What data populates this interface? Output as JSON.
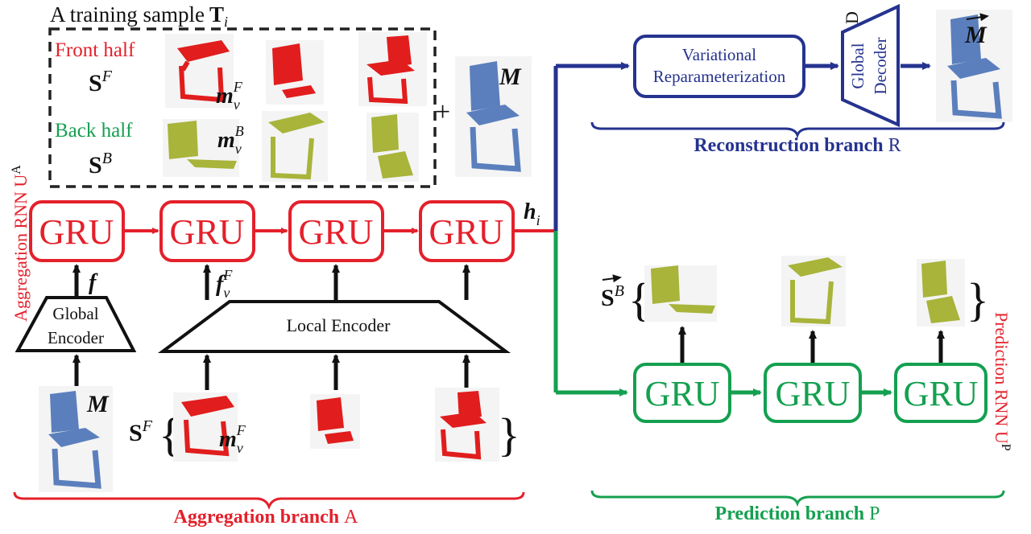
{
  "colors": {
    "aggregation": "#e4202b",
    "prediction": "#14a050",
    "reconstruction": "#25338f",
    "chair_blue": "#5b7fbd",
    "chair_red": "#e11d1d",
    "chair_green": "#a8b43a"
  },
  "training_sample": {
    "title": "A training sample",
    "title_symbol": "T",
    "title_sub": "i",
    "front_label": "Front half",
    "front_symbol": "S",
    "front_sup": "F",
    "front_part": "m",
    "front_part_sub": "v",
    "front_part_sup": "F",
    "back_label": "Back half",
    "back_symbol": "S",
    "back_sup": "B",
    "back_part": "m",
    "back_part_sub": "v",
    "back_part_sup": "B",
    "plus": "+",
    "model": "M"
  },
  "aggregation": {
    "rnn_label": "Aggregation RNN U",
    "rnn_sup": "A",
    "gru_label": "GRU",
    "global_encoder_line1": "Global",
    "global_encoder_line2": "Encoder",
    "local_encoder": "Local Encoder",
    "feature_f": "f",
    "feature_fv": "f",
    "feature_fv_sub": "v",
    "feature_fv_sup": "F",
    "hidden": "h",
    "hidden_sub": "i",
    "input_model": "M",
    "input_set": "S",
    "input_set_sup": "F",
    "input_part": "m",
    "input_part_sub": "v",
    "input_part_sup": "F",
    "branch_label": "Aggregation branch",
    "branch_symbol": "A"
  },
  "reconstruction": {
    "vr_line1": "Variational",
    "vr_line2": "Reparameterization",
    "decoder_line1": "Global",
    "decoder_line2": "Decoder",
    "decoder_symbol": "D",
    "output": "M",
    "branch_label": "Reconstruction branch",
    "branch_symbol": "R"
  },
  "prediction": {
    "gru_label": "GRU",
    "output_set": "S",
    "output_sup": "B",
    "rnn_label": "Prediction RNN U",
    "rnn_sup": "P",
    "branch_label": "Prediction branch",
    "branch_symbol": "P"
  }
}
